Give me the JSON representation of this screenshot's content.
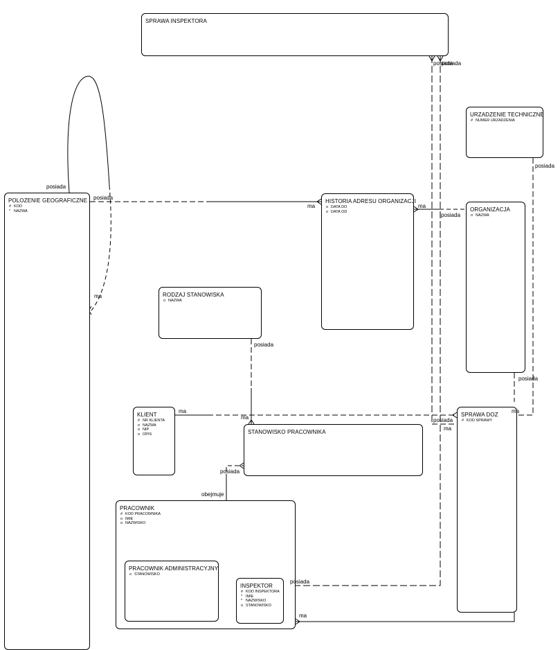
{
  "entities": {
    "sprawa_inspektora": {
      "name": "SPRAWA INSPEKTORA",
      "attributes": []
    },
    "urzadzenie_techniczne": {
      "name": "URZADZENIE TECHNICZNE",
      "attributes": [
        {
          "marker": "#",
          "text": "NUMER URZADZENIA"
        }
      ]
    },
    "polozenie_geograficzne": {
      "name": "POLOZENIE GEOGRAFICZNE",
      "attributes": [
        {
          "marker": "#",
          "text": "KOD"
        },
        {
          "marker": "*",
          "text": "NAZWA"
        }
      ]
    },
    "historia_adresu": {
      "name": "HISTORIA ADRESU ORGANIZACJI",
      "attributes": [
        {
          "marker": "o",
          "text": "DATA DO"
        },
        {
          "marker": "o",
          "text": "DATA OD"
        }
      ]
    },
    "organizacja": {
      "name": "ORGANIZACJA",
      "attributes": [
        {
          "marker": "o",
          "text": "NAZWA"
        }
      ]
    },
    "rodzaj_stanowiska": {
      "name": "RODZAJ STANOWISKA",
      "attributes": [
        {
          "marker": "o",
          "text": "NAZWA"
        }
      ]
    },
    "klient": {
      "name": "KLIENT",
      "attributes": [
        {
          "marker": "#",
          "text": "NR KLIENTA"
        },
        {
          "marker": "o",
          "text": "NAZWA"
        },
        {
          "marker": "o",
          "text": "NIP"
        },
        {
          "marker": "o",
          "text": "OPIS"
        }
      ]
    },
    "stanowisko_pracownika": {
      "name": "STANOWISKO PRACOWNIKA",
      "attributes": []
    },
    "sprawa_doz": {
      "name": "SPRAWA DOZ",
      "attributes": [
        {
          "marker": "#",
          "text": "KOD SPRAWY"
        }
      ]
    },
    "pracownik": {
      "name": "PRACOWNIK",
      "attributes": [
        {
          "marker": "#",
          "text": "KOD PRACOWNIKA"
        },
        {
          "marker": "o",
          "text": "IMIE"
        },
        {
          "marker": "o",
          "text": "NAZWISKO"
        }
      ]
    },
    "pracownik_administracyjny": {
      "name": "PRACOWNIK ADMINISTRACYJNY",
      "attributes": [
        {
          "marker": "o",
          "text": "STANOWISKO"
        }
      ]
    },
    "inspektor": {
      "name": "INSPEKTOR",
      "attributes": [
        {
          "marker": "#",
          "text": "KOD INSPEKTORA"
        },
        {
          "marker": "*",
          "text": "IMIE"
        },
        {
          "marker": "*",
          "text": "NAZWISKO"
        },
        {
          "marker": "o",
          "text": "STANOWISKO"
        }
      ]
    }
  },
  "relationship_labels": {
    "posiada_top_1": "posiada",
    "posiada_top_2": "posiada",
    "posiada_urzadzenie": "posiada",
    "posiada_self": "posiada",
    "posiada_polozenie_historia": "posiada",
    "ma_historia": "ma",
    "ma_organizacja": "ma",
    "posiada_organizacja": "posiada",
    "ma_self": "ma",
    "posiada_rodzaj": "posiada",
    "posiada_organizacja_doz": "posiada",
    "ma_klient": "ma",
    "ma_stanowisko": "ma",
    "ma_sprawa_doz": "ma",
    "posiada_sprawa_doz": "posiada",
    "ma_sprawa_doz_2": "ma",
    "posiada_stanowisko": "posiada",
    "obejmuje": "obejmuje",
    "posiada_inspektor": "posiada",
    "ma_pracownik": "ma"
  }
}
